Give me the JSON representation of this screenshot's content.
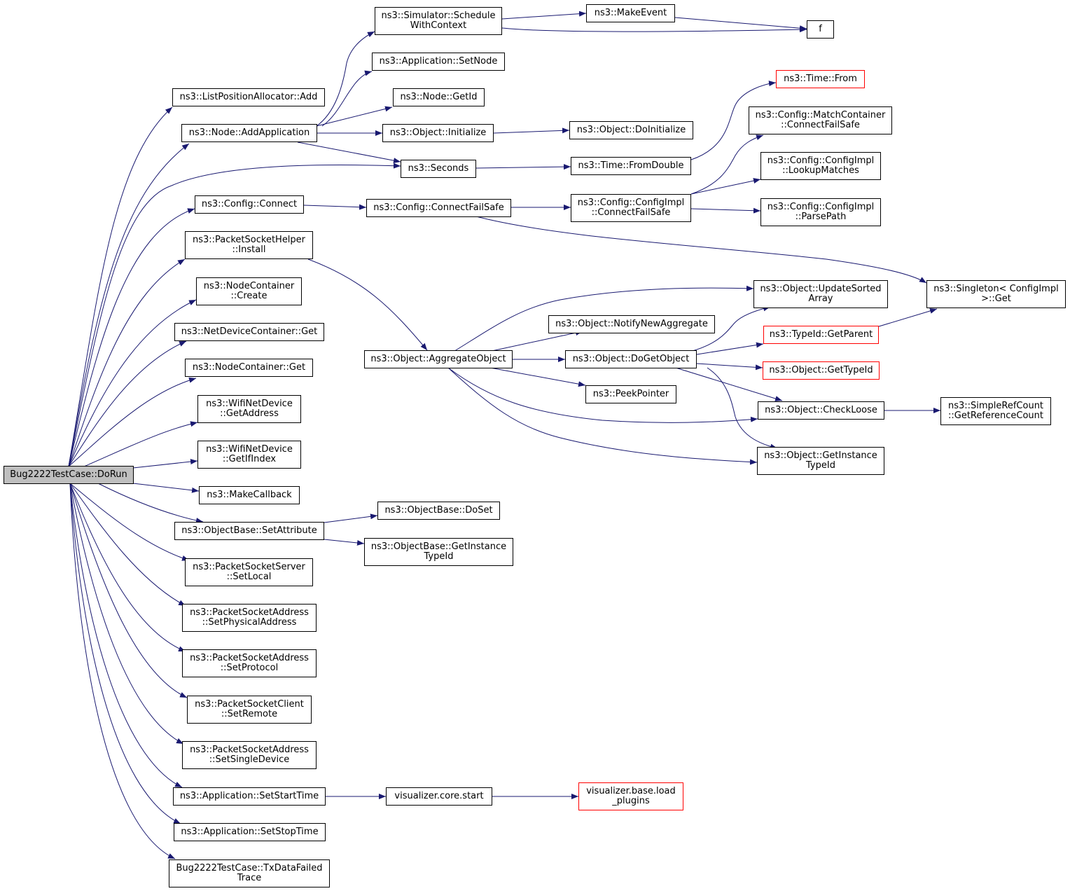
{
  "colors": {
    "edge": "#191970",
    "border": "#000000",
    "truncated_border": "#ff0000",
    "root_fill": "#bfbfbf"
  },
  "nodes": {
    "root": "Bug2222TestCase::DoRun",
    "list_alloc_add": "ns3::ListPositionAllocator::Add",
    "node_add_app": "ns3::Node::AddApplication",
    "config_connect": "ns3::Config::Connect",
    "psh_install": "ns3::PacketSocketHelper\n::Install",
    "nc_create": "ns3::NodeContainer\n::Create",
    "ndc_get": "ns3::NetDeviceContainer::Get",
    "nc_get": "ns3::NodeContainer::Get",
    "wifi_getaddr": "ns3::WifiNetDevice\n::GetAddress",
    "wifi_getif": "ns3::WifiNetDevice\n::GetIfIndex",
    "make_callback": "ns3::MakeCallback",
    "ob_setattr": "ns3::ObjectBase::SetAttribute",
    "pss_setlocal": "ns3::PacketSocketServer\n::SetLocal",
    "psa_setphys": "ns3::PacketSocketAddress\n::SetPhysicalAddress",
    "psa_setproto": "ns3::PacketSocketAddress\n::SetProtocol",
    "psc_setremote": "ns3::PacketSocketClient\n::SetRemote",
    "psa_setsingle": "ns3::PacketSocketAddress\n::SetSingleDevice",
    "app_setstart": "ns3::Application::SetStartTime",
    "app_setstop": "ns3::Application::SetStopTime",
    "tx_failed": "Bug2222TestCase::TxDataFailed\nTrace",
    "sim_schedule": "ns3::Simulator::Schedule\nWithContext",
    "app_setnode": "ns3::Application::SetNode",
    "node_getid": "ns3::Node::GetId",
    "obj_init": "ns3::Object::Initialize",
    "seconds": "ns3::Seconds",
    "cfg_cfs": "ns3::Config::ConnectFailSafe",
    "obj_aggregate": "ns3::Object::AggregateObject",
    "ob_doset": "ns3::ObjectBase::DoSet",
    "ob_getinst": "ns3::ObjectBase::GetInstance\nTypeId",
    "vis_start": "visualizer.core.start",
    "make_event": "ns3::MakeEvent",
    "f": "f",
    "obj_doinit": "ns3::Object::DoInitialize",
    "time_fromdouble": "ns3::Time::FromDouble",
    "cfgimpl_cfs": "ns3::Config::ConfigImpl\n::ConnectFailSafe",
    "notify_new_agg": "ns3::Object::NotifyNewAggregate",
    "obj_dogetobject": "ns3::Object::DoGetObject",
    "peek_pointer": "ns3::PeekPointer",
    "vis_load_plugins": "visualizer.base.load\n_plugins",
    "time_from": "ns3::Time::From",
    "match_container": "ns3::Config::MatchContainer\n::ConnectFailSafe",
    "lookup_matches": "ns3::Config::ConfigImpl\n::LookupMatches",
    "parse_path": "ns3::Config::ConfigImpl\n::ParsePath",
    "update_sorted": "ns3::Object::UpdateSorted\nArray",
    "typeid_getparent": "ns3::TypeId::GetParent",
    "obj_gettypeid": "ns3::Object::GetTypeId",
    "check_loose": "ns3::Object::CheckLoose",
    "obj_getinst": "ns3::Object::GetInstance\nTypeId",
    "singleton_get": "ns3::Singleton< ConfigImpl\n>::Get",
    "simple_refcount": "ns3::SimpleRefCount\n::GetReferenceCount"
  }
}
